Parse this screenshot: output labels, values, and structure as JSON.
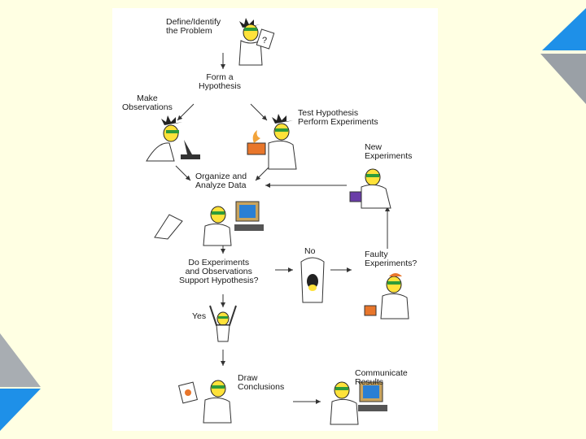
{
  "colors": {
    "background": "#FFFFE3",
    "panel": "#FFFFFF",
    "accent_blue": "#1E90E8",
    "accent_gray": "#9AA0A6",
    "skin": "#FFE23A",
    "goggles": "#2E9B3A"
  },
  "steps": {
    "define": [
      "Define/Identify",
      "the Problem"
    ],
    "hypothesis": [
      "Form a",
      "Hypothesis"
    ],
    "observations": [
      "Make",
      "Observations"
    ],
    "test": [
      "Test Hypothesis",
      "Perform Experiments"
    ],
    "organize": [
      "Organize and",
      "Analyze Data"
    ],
    "new_experiments": [
      "New",
      "Experiments"
    ],
    "support": [
      "Do Experiments",
      "and Observations",
      "Support Hypothesis?"
    ],
    "no": "No",
    "faulty": [
      "Faulty",
      "Experiments?"
    ],
    "yes": "Yes",
    "conclusions": [
      "Draw",
      "Conclusions"
    ],
    "communicate": [
      "Communicate",
      "Results"
    ]
  },
  "icons": {
    "paper": "?",
    "computer": "computer-icon",
    "microscope": "microscope-icon",
    "beaker": "beaker-icon"
  }
}
